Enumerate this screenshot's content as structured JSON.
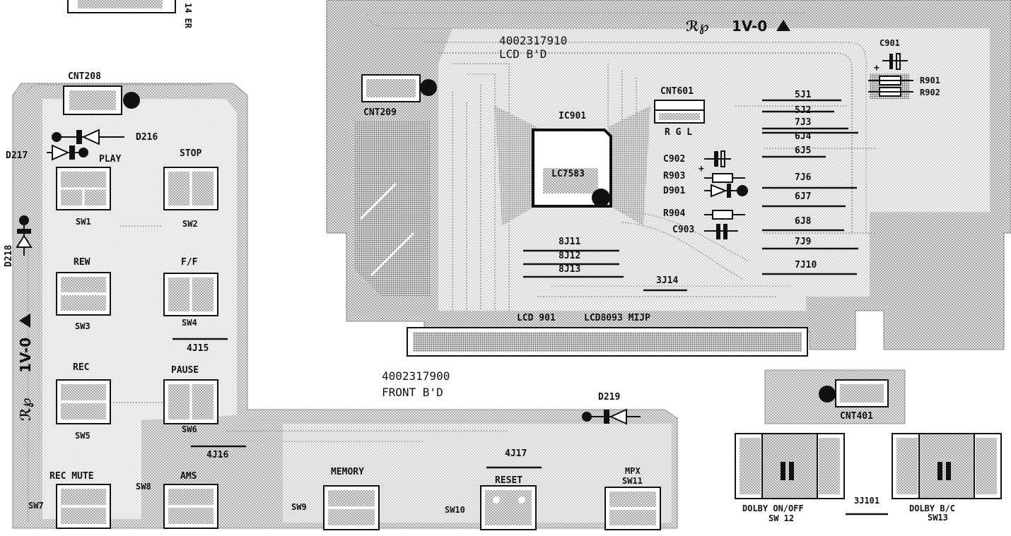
{
  "top_left_fragment": {
    "rotated_text": "14 ER"
  },
  "lcd_board": {
    "part_number": "4002317910",
    "name": "LCD B'D",
    "ul_mark": "1V-0",
    "ic": {
      "ref": "IC901",
      "part": "LC7583"
    },
    "lcd": {
      "ref": "LCD 901",
      "part": "LCD8093 MIJP"
    },
    "connectors": {
      "cnt209": "CNT209",
      "cnt601": "CNT601",
      "cnt601_pins": "R G L"
    },
    "components": {
      "c901": "C901",
      "r901": "R901",
      "r902": "R902",
      "c902": "C902",
      "r903": "R903",
      "d901": "D901",
      "r904": "R904",
      "c903": "C903"
    },
    "jumpers": [
      "5J1",
      "5J2",
      "7J3",
      "6J4",
      "6J5",
      "7J6",
      "6J7",
      "6J8",
      "7J9",
      "7J10",
      "8J11",
      "8J12",
      "8J13",
      "3J14"
    ]
  },
  "front_board": {
    "part_number": "4002317900",
    "name": "FRONT B'D",
    "ul_mark": "1V-0",
    "connectors": {
      "cnt208": "CNT208",
      "cnt401": "CNT401"
    },
    "diodes": {
      "d216": "D216",
      "d217": "D217",
      "d218": "D218",
      "d219": "D219"
    },
    "switches": {
      "sw1": {
        "ref": "SW1",
        "label": "PLAY"
      },
      "sw2": {
        "ref": "SW2",
        "label": "STOP"
      },
      "sw3": {
        "ref": "SW3",
        "label": "REW"
      },
      "sw4": {
        "ref": "SW4",
        "label": "F/F"
      },
      "sw5": {
        "ref": "SW5",
        "label": "REC"
      },
      "sw6": {
        "ref": "SW6",
        "label": "PAUSE"
      },
      "sw7": {
        "ref": "SW7",
        "label": "REC  MUTE"
      },
      "sw8": {
        "ref": "SW8",
        "label": "AMS"
      },
      "sw9": {
        "ref": "SW9",
        "label": "MEMORY"
      },
      "sw10": {
        "ref": "SW10",
        "label": "RESET"
      },
      "sw11": {
        "ref": "SW11",
        "label": "MPX"
      },
      "sw12": {
        "ref": "SW 12",
        "label": "DOLBY  ON/OFF"
      },
      "sw13": {
        "ref": "SW13",
        "label": "DOLBY B/C"
      }
    },
    "jumpers": [
      "4J15",
      "4J16",
      "4J17",
      "3J101"
    ]
  }
}
